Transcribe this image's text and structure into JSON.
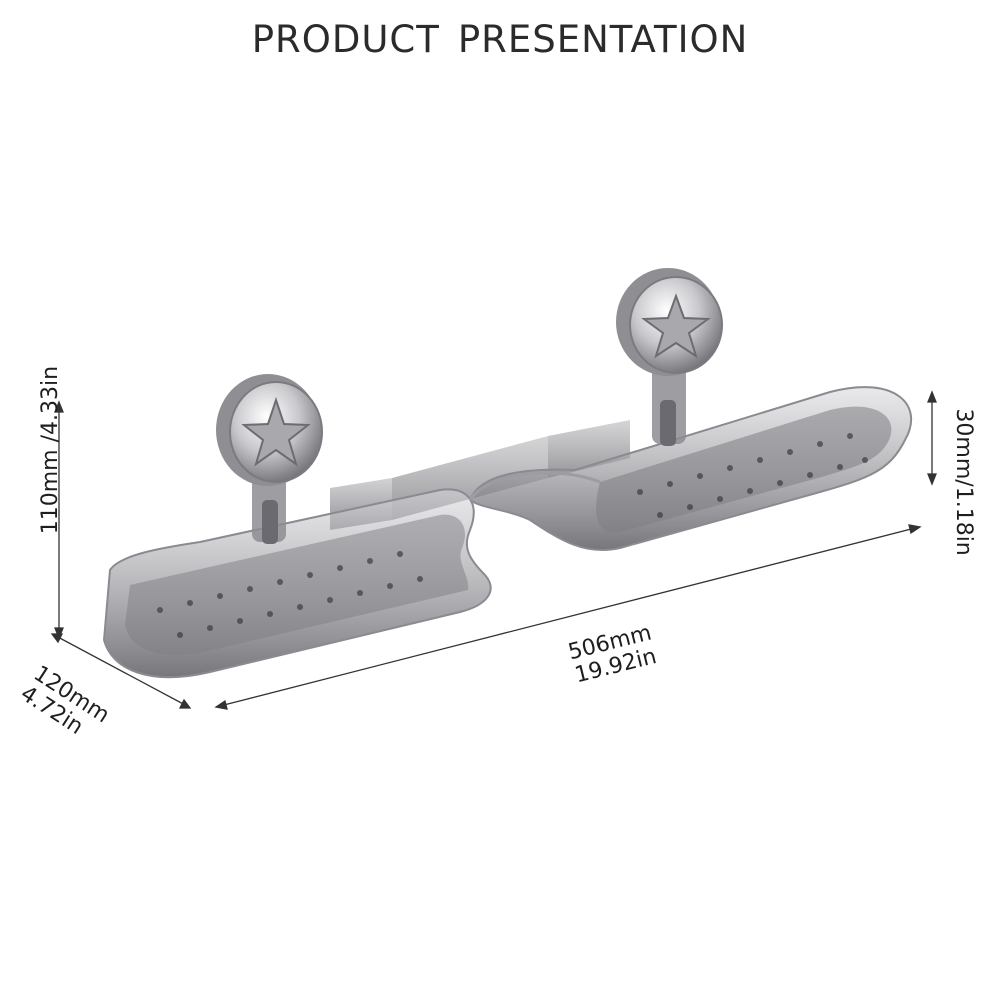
{
  "title": {
    "line1": "PRODUCT",
    "line2": "PRESENTATION"
  },
  "dimensions": {
    "height": "110mm /4.33in",
    "depth": {
      "mm": "120mm",
      "in": "4.72in"
    },
    "length": {
      "mm": "506mm",
      "in": "19.92in"
    },
    "thickness": "30mm/1.18in"
  },
  "icons": {
    "mount": "star-suction-cup-icon"
  },
  "colors": {
    "tray": "#6e6e72",
    "chrome": "#b8b8bc",
    "line": "#3a3a3a"
  }
}
